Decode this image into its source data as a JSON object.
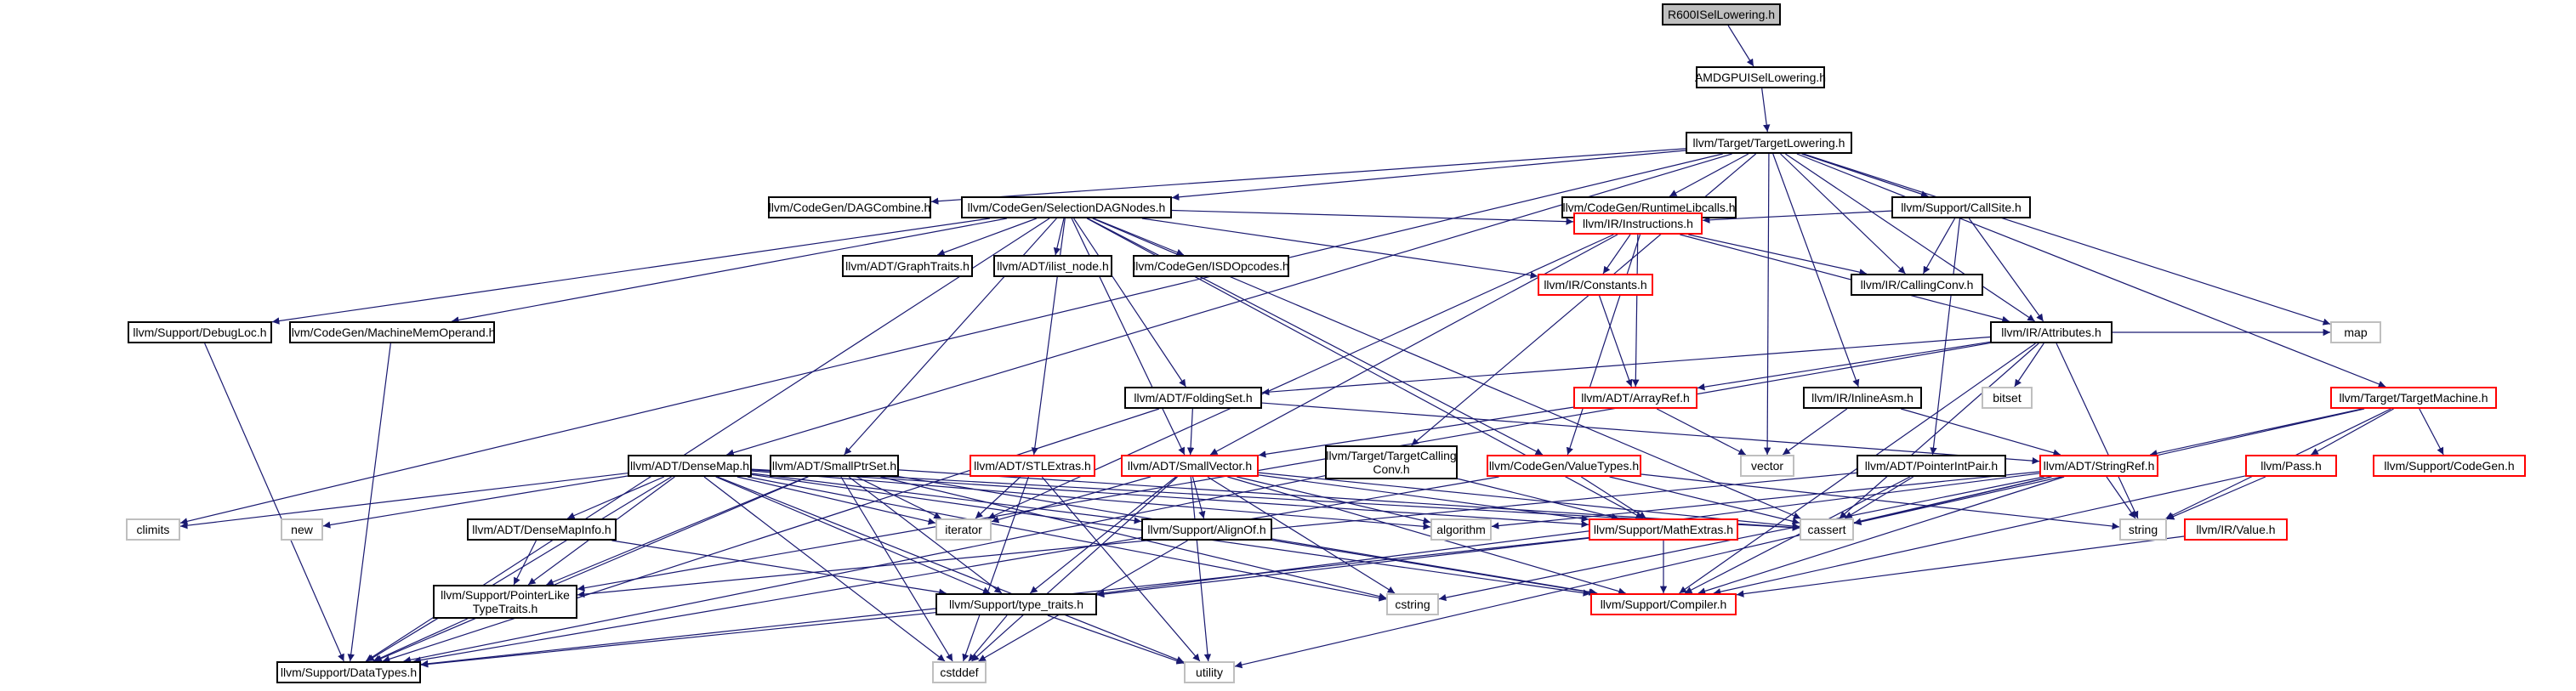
{
  "diagram": {
    "title": "R600ISelLowering.h include dependency graph",
    "colors": {
      "edge": "#191970",
      "box": "#000000",
      "incomplete": "#ff0000",
      "system": "#bfbfbf",
      "root_fill": "#bfbfbf"
    },
    "nodes": [
      {
        "id": "r600",
        "label": "R600ISelLowering.h",
        "style": "root"
      },
      {
        "id": "amdgpu",
        "label": "AMDGPUISelLowering.h",
        "style": "normal"
      },
      {
        "id": "tl",
        "label": "llvm/Target/TargetLowering.h",
        "style": "normal"
      },
      {
        "id": "dagcomb",
        "label": "llvm/CodeGen/DAGCombine.h",
        "style": "normal"
      },
      {
        "id": "sdn",
        "label": "llvm/CodeGen/SelectionDAGNodes.h",
        "style": "normal"
      },
      {
        "id": "rtlib",
        "label": "llvm/CodeGen/RuntimeLibcalls.h",
        "style": "normal"
      },
      {
        "id": "callsite",
        "label": "llvm/Support/CallSite.h",
        "style": "normal"
      },
      {
        "id": "tm",
        "label": "llvm/Target/TargetMachine.h",
        "style": "red"
      },
      {
        "id": "graphtraits",
        "label": "llvm/ADT/GraphTraits.h",
        "style": "normal"
      },
      {
        "id": "ilist",
        "label": "llvm/ADT/ilist_node.h",
        "style": "normal"
      },
      {
        "id": "isd",
        "label": "llvm/CodeGen/ISDOpcodes.h",
        "style": "normal"
      },
      {
        "id": "instr",
        "label": "llvm/IR/Instructions.h",
        "style": "red"
      },
      {
        "id": "debugloc",
        "label": "llvm/Support/DebugLoc.h",
        "style": "normal"
      },
      {
        "id": "mmo",
        "label": "llvm/CodeGen/MachineMemOperand.h",
        "style": "normal"
      },
      {
        "id": "consts",
        "label": "llvm/IR/Constants.h",
        "style": "red"
      },
      {
        "id": "callconv",
        "label": "llvm/IR/CallingConv.h",
        "style": "normal"
      },
      {
        "id": "attrs",
        "label": "llvm/IR/Attributes.h",
        "style": "normal"
      },
      {
        "id": "folding",
        "label": "llvm/ADT/FoldingSet.h",
        "style": "normal"
      },
      {
        "id": "arrayref",
        "label": "llvm/ADT/ArrayRef.h",
        "style": "red"
      },
      {
        "id": "bitset",
        "label": "bitset",
        "style": "gray"
      },
      {
        "id": "map",
        "label": "map",
        "style": "gray"
      },
      {
        "id": "inlineasm",
        "label": "llvm/IR/InlineAsm.h",
        "style": "normal"
      },
      {
        "id": "densemap",
        "label": "llvm/ADT/DenseMap.h",
        "style": "normal"
      },
      {
        "id": "smallptr",
        "label": "llvm/ADT/SmallPtrSet.h",
        "style": "normal"
      },
      {
        "id": "stlextras",
        "label": "llvm/ADT/STLExtras.h",
        "style": "red"
      },
      {
        "id": "smallvec",
        "label": "llvm/ADT/SmallVector.h",
        "style": "red"
      },
      {
        "id": "tcc",
        "label": "llvm/Target/TargetCalling\nConv.h",
        "style": "normal"
      },
      {
        "id": "valuetypes",
        "label": "llvm/CodeGen/ValueTypes.h",
        "style": "red"
      },
      {
        "id": "vector",
        "label": "vector",
        "style": "gray"
      },
      {
        "id": "ptrint",
        "label": "llvm/ADT/PointerIntPair.h",
        "style": "normal"
      },
      {
        "id": "stringref",
        "label": "llvm/ADT/StringRef.h",
        "style": "red"
      },
      {
        "id": "pass",
        "label": "llvm/Pass.h",
        "style": "red"
      },
      {
        "id": "cgen",
        "label": "llvm/Support/CodeGen.h",
        "style": "red"
      },
      {
        "id": "climits",
        "label": "climits",
        "style": "gray"
      },
      {
        "id": "new",
        "label": "new",
        "style": "gray"
      },
      {
        "id": "densemapinfo",
        "label": "llvm/ADT/DenseMapInfo.h",
        "style": "normal"
      },
      {
        "id": "iterator",
        "label": "iterator",
        "style": "gray"
      },
      {
        "id": "alignof",
        "label": "llvm/Support/AlignOf.h",
        "style": "normal"
      },
      {
        "id": "algorithm",
        "label": "algorithm",
        "style": "gray"
      },
      {
        "id": "mathextras",
        "label": "llvm/Support/MathExtras.h",
        "style": "red"
      },
      {
        "id": "cassert",
        "label": "cassert",
        "style": "gray"
      },
      {
        "id": "string",
        "label": "string",
        "style": "gray"
      },
      {
        "id": "value",
        "label": "llvm/IR/Value.h",
        "style": "red"
      },
      {
        "id": "ptrlike",
        "label": "llvm/Support/PointerLike\nTypeTraits.h",
        "style": "normal"
      },
      {
        "id": "typetraits",
        "label": "llvm/Support/type_traits.h",
        "style": "normal"
      },
      {
        "id": "cstring",
        "label": "cstring",
        "style": "gray"
      },
      {
        "id": "compiler",
        "label": "llvm/Support/Compiler.h",
        "style": "red"
      },
      {
        "id": "datatypes",
        "label": "llvm/Support/DataTypes.h",
        "style": "normal"
      },
      {
        "id": "cstddef",
        "label": "cstddef",
        "style": "gray"
      },
      {
        "id": "utility",
        "label": "utility",
        "style": "gray"
      }
    ],
    "edges": [
      [
        "r600",
        "amdgpu"
      ],
      [
        "amdgpu",
        "tl"
      ],
      [
        "tl",
        "dagcomb"
      ],
      [
        "tl",
        "sdn"
      ],
      [
        "tl",
        "rtlib"
      ],
      [
        "tl",
        "callsite"
      ],
      [
        "tl",
        "tm"
      ],
      [
        "tl",
        "densemap"
      ],
      [
        "tl",
        "tcc"
      ],
      [
        "tl",
        "callconv"
      ],
      [
        "tl",
        "attrs"
      ],
      [
        "tl",
        "inlineasm"
      ],
      [
        "tl",
        "vector"
      ],
      [
        "tl",
        "map"
      ],
      [
        "tl",
        "climits"
      ],
      [
        "sdn",
        "graphtraits"
      ],
      [
        "sdn",
        "ilist"
      ],
      [
        "sdn",
        "isd"
      ],
      [
        "sdn",
        "instr"
      ],
      [
        "sdn",
        "debugloc"
      ],
      [
        "sdn",
        "mmo"
      ],
      [
        "sdn",
        "folding"
      ],
      [
        "sdn",
        "smallptr"
      ],
      [
        "sdn",
        "stlextras"
      ],
      [
        "sdn",
        "smallvec"
      ],
      [
        "sdn",
        "valuetypes"
      ],
      [
        "sdn",
        "mathextras"
      ],
      [
        "sdn",
        "cassert"
      ],
      [
        "sdn",
        "datatypes"
      ],
      [
        "sdn",
        "consts"
      ],
      [
        "rtlib",
        "valuetypes"
      ],
      [
        "callsite",
        "instr"
      ],
      [
        "callsite",
        "callconv"
      ],
      [
        "callsite",
        "attrs"
      ],
      [
        "callsite",
        "ptrint"
      ],
      [
        "tm",
        "stringref"
      ],
      [
        "tm",
        "pass"
      ],
      [
        "tm",
        "cgen"
      ],
      [
        "tm",
        "string"
      ],
      [
        "tm",
        "cassert"
      ],
      [
        "instr",
        "consts"
      ],
      [
        "instr",
        "callconv"
      ],
      [
        "instr",
        "attrs"
      ],
      [
        "instr",
        "arrayref"
      ],
      [
        "instr",
        "smallvec"
      ],
      [
        "instr",
        "iterator"
      ],
      [
        "consts",
        "arrayref"
      ],
      [
        "attrs",
        "folding"
      ],
      [
        "attrs",
        "arrayref"
      ],
      [
        "attrs",
        "bitset"
      ],
      [
        "attrs",
        "map"
      ],
      [
        "attrs",
        "string"
      ],
      [
        "attrs",
        "cassert"
      ],
      [
        "attrs",
        "compiler"
      ],
      [
        "attrs",
        "ptrlike"
      ],
      [
        "inlineasm",
        "stringref"
      ],
      [
        "inlineasm",
        "vector"
      ],
      [
        "debugloc",
        "datatypes"
      ],
      [
        "mmo",
        "datatypes"
      ],
      [
        "folding",
        "smallvec"
      ],
      [
        "folding",
        "stringref"
      ],
      [
        "folding",
        "datatypes"
      ],
      [
        "arrayref",
        "smallvec"
      ],
      [
        "arrayref",
        "vector"
      ],
      [
        "densemap",
        "densemapinfo"
      ],
      [
        "densemap",
        "ptrlike"
      ],
      [
        "densemap",
        "typetraits"
      ],
      [
        "densemap",
        "mathextras"
      ],
      [
        "densemap",
        "alignof"
      ],
      [
        "densemap",
        "compiler"
      ],
      [
        "densemap",
        "climits"
      ],
      [
        "densemap",
        "new"
      ],
      [
        "densemap",
        "iterator"
      ],
      [
        "densemap",
        "algorithm"
      ],
      [
        "densemap",
        "cassert"
      ],
      [
        "densemap",
        "cstddef"
      ],
      [
        "densemap",
        "utility"
      ],
      [
        "densemap",
        "datatypes"
      ],
      [
        "densemap",
        "cstring"
      ],
      [
        "densemapinfo",
        "ptrlike"
      ],
      [
        "densemapinfo",
        "typetraits"
      ],
      [
        "smallptr",
        "ptrlike"
      ],
      [
        "smallptr",
        "typetraits"
      ],
      [
        "smallptr",
        "iterator"
      ],
      [
        "smallptr",
        "cassert"
      ],
      [
        "smallptr",
        "cstddef"
      ],
      [
        "smallptr",
        "cstring"
      ],
      [
        "smallptr",
        "compiler"
      ],
      [
        "smallptr",
        "datatypes"
      ],
      [
        "stlextras",
        "iterator"
      ],
      [
        "stlextras",
        "cstddef"
      ],
      [
        "stlextras",
        "utility"
      ],
      [
        "smallvec",
        "alignof"
      ],
      [
        "smallvec",
        "typetraits"
      ],
      [
        "smallvec",
        "mathextras"
      ],
      [
        "smallvec",
        "compiler"
      ],
      [
        "smallvec",
        "iterator"
      ],
      [
        "smallvec",
        "algorithm"
      ],
      [
        "smallvec",
        "cassert"
      ],
      [
        "smallvec",
        "cstddef"
      ],
      [
        "smallvec",
        "cstring"
      ],
      [
        "smallvec",
        "utility"
      ],
      [
        "alignof",
        "compiler"
      ],
      [
        "alignof",
        "cstddef"
      ],
      [
        "tcc",
        "mathextras"
      ],
      [
        "tcc",
        "datatypes"
      ],
      [
        "valuetypes",
        "mathextras"
      ],
      [
        "valuetypes",
        "cassert"
      ],
      [
        "valuetypes",
        "string"
      ],
      [
        "valuetypes",
        "datatypes"
      ],
      [
        "ptrint",
        "ptrlike"
      ],
      [
        "ptrint",
        "compiler"
      ],
      [
        "ptrint",
        "cassert"
      ],
      [
        "stringref",
        "typetraits"
      ],
      [
        "stringref",
        "algorithm"
      ],
      [
        "stringref",
        "cassert"
      ],
      [
        "stringref",
        "cstring"
      ],
      [
        "stringref",
        "string"
      ],
      [
        "stringref",
        "utility"
      ],
      [
        "stringref",
        "compiler"
      ],
      [
        "pass",
        "string"
      ],
      [
        "pass",
        "compiler"
      ],
      [
        "value",
        "compiler"
      ],
      [
        "mathextras",
        "compiler"
      ],
      [
        "mathextras",
        "datatypes"
      ],
      [
        "mathextras",
        "typetraits"
      ],
      [
        "ptrlike",
        "datatypes"
      ],
      [
        "typetraits",
        "datatypes"
      ],
      [
        "typetraits",
        "cstddef"
      ],
      [
        "typetraits",
        "utility"
      ]
    ]
  }
}
